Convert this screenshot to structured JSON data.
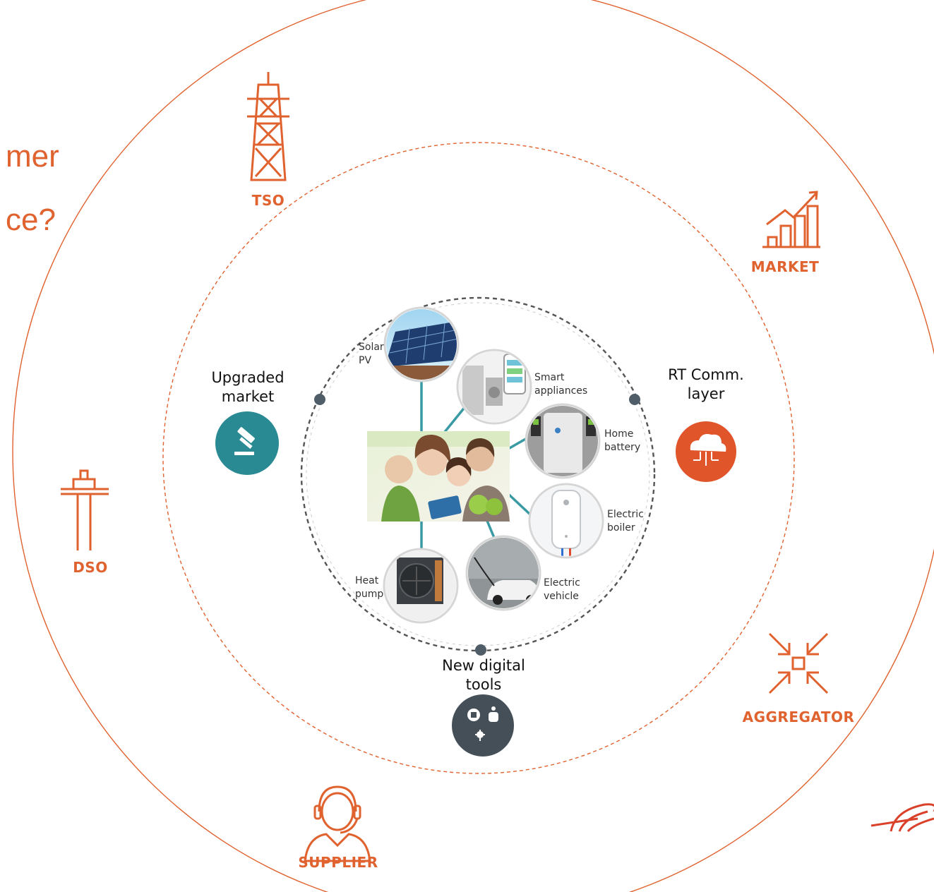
{
  "title": {
    "line1": "mer",
    "line2": "ce?"
  },
  "actors": {
    "tso": "TSO",
    "market": "MARKET",
    "dso": "DSO",
    "aggregator": "AGGREGATOR",
    "supplier": "SUPPLIER"
  },
  "enablers": {
    "upgraded_market": {
      "line1": "Upgraded",
      "line2": "market"
    },
    "rt_comm": {
      "line1": "RT Comm.",
      "line2": "layer"
    },
    "digital_tools": {
      "line1": "New digital",
      "line2": "tools"
    }
  },
  "devices": {
    "solar_pv": {
      "line1": "Solar",
      "line2": "PV"
    },
    "smart_appliances": {
      "line1": "Smart",
      "line2": "appliances"
    },
    "home_battery": {
      "line1": "Home",
      "line2": "battery"
    },
    "electric_boiler": {
      "line1": "Electric",
      "line2": "boiler"
    },
    "electric_vehicle": {
      "line1": "Electric",
      "line2": "vehicle"
    },
    "heat_pump": {
      "line1": "Heat",
      "line2": "pump"
    }
  },
  "colors": {
    "accent": "#e0622f",
    "teal": "#2a8a93",
    "connector": "#3a9aa3",
    "dark_slate": "#454f57",
    "dot": "#4e5d68"
  }
}
